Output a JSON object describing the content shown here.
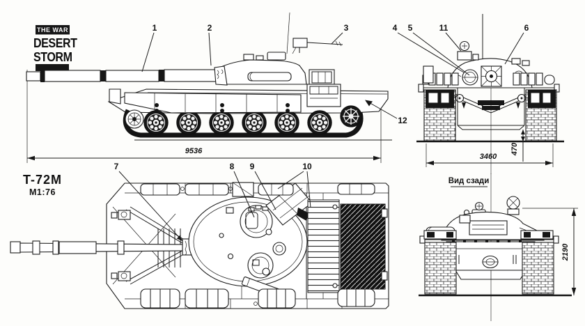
{
  "logo": {
    "line1": "THE WAR",
    "line2": "DESERT",
    "line3": "STORM"
  },
  "title": {
    "model": "T-72M",
    "scale": "M1:76"
  },
  "views": {
    "side": {
      "length_dim": "9536"
    },
    "front": {
      "width_dim": "3460",
      "clearance_dim": "470"
    },
    "rear": {
      "label": "Вид сзади",
      "height_dim": "2190"
    }
  },
  "callouts": {
    "c1": "1",
    "c2": "2",
    "c3": "3",
    "c4": "4",
    "c5": "5",
    "c6": "6",
    "c7": "7",
    "c8": "8",
    "c9": "9",
    "c10": "10",
    "c11": "11",
    "c12": "12"
  }
}
